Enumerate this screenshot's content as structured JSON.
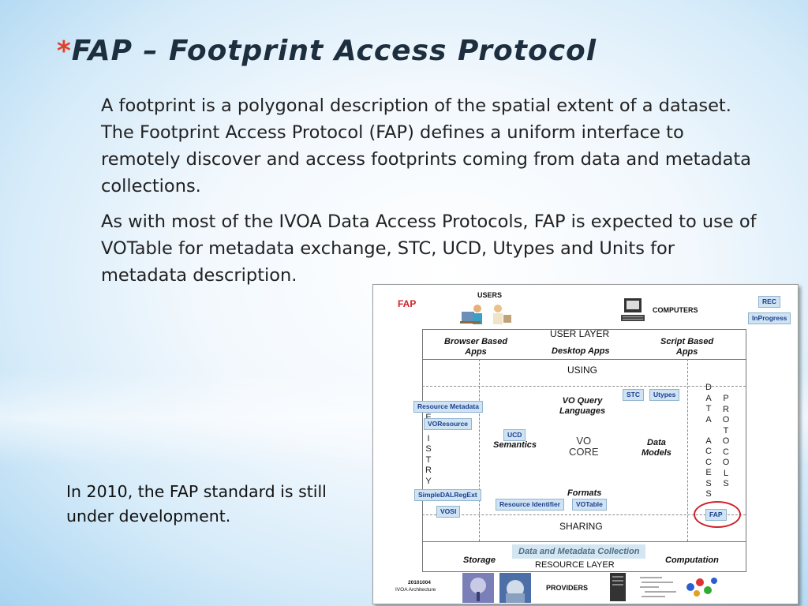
{
  "slide": {
    "title_marker": "*",
    "title": "FAP – Footprint Access Protocol",
    "paragraph1": "A footprint is a polygonal description of the spatial extent of a dataset. The Footprint Access Protocol (FAP) defines a uniform interface to remotely discover and access footprints coming from data and metadata collections.",
    "paragraph2": "As with most of the IVOA Data Access Protocols, FAP is expected to use of VOTable for metadata exchange, STC, UCD, Utypes and Units for metadata description.",
    "note": "In 2010, the FAP standard is still under development."
  },
  "diagram": {
    "fap_label": "FAP",
    "users": "USERS",
    "computers": "COMPUTERS",
    "legend_rec": "REC",
    "legend_inprogress": "InProgress",
    "user_layer": "USER LAYER",
    "browser_apps": "Browser Based\nApps",
    "desktop_apps": "Desktop Apps",
    "script_apps": "Script Based\nApps",
    "using": "USING",
    "vo_query": "VO Query\nLanguages",
    "semantics": "Semantics",
    "vo_core": "VO\nCORE",
    "data_models": "Data\nModels",
    "formats": "Formats",
    "sharing": "SHARING",
    "registry_letters": "R\nE\nG\nI\nS\nT\nR\nY",
    "data_access_letters": "D\nA\nT\nA\n \nA\nC\nC\nE\nS\nS",
    "protocols_letters": "P\nR\nO\nT\nO\nC\nO\nL\nS",
    "storage": "Storage",
    "data_metadata": "Data and Metadata Collection",
    "computation": "Computation",
    "resource_layer": "RESOURCE LAYER",
    "date": "20101004",
    "architecture": "IVOA Architecture",
    "providers": "PROVIDERS",
    "chips": {
      "resource_metadata": "Resource Metadata",
      "voresource": "VOResource",
      "ucd": "UCD",
      "stc": "STC",
      "utypes": "Utypes",
      "simpledalregext": "SimpleDALRegExt",
      "vosi": "VOSI",
      "resource_identifier": "Resource Identifier",
      "votable": "VOTable",
      "fap": "FAP"
    },
    "colors": {
      "accent_red": "#d0202a",
      "chip_fill": "#cfe3f3",
      "chip_text": "#1a3f8f"
    }
  }
}
